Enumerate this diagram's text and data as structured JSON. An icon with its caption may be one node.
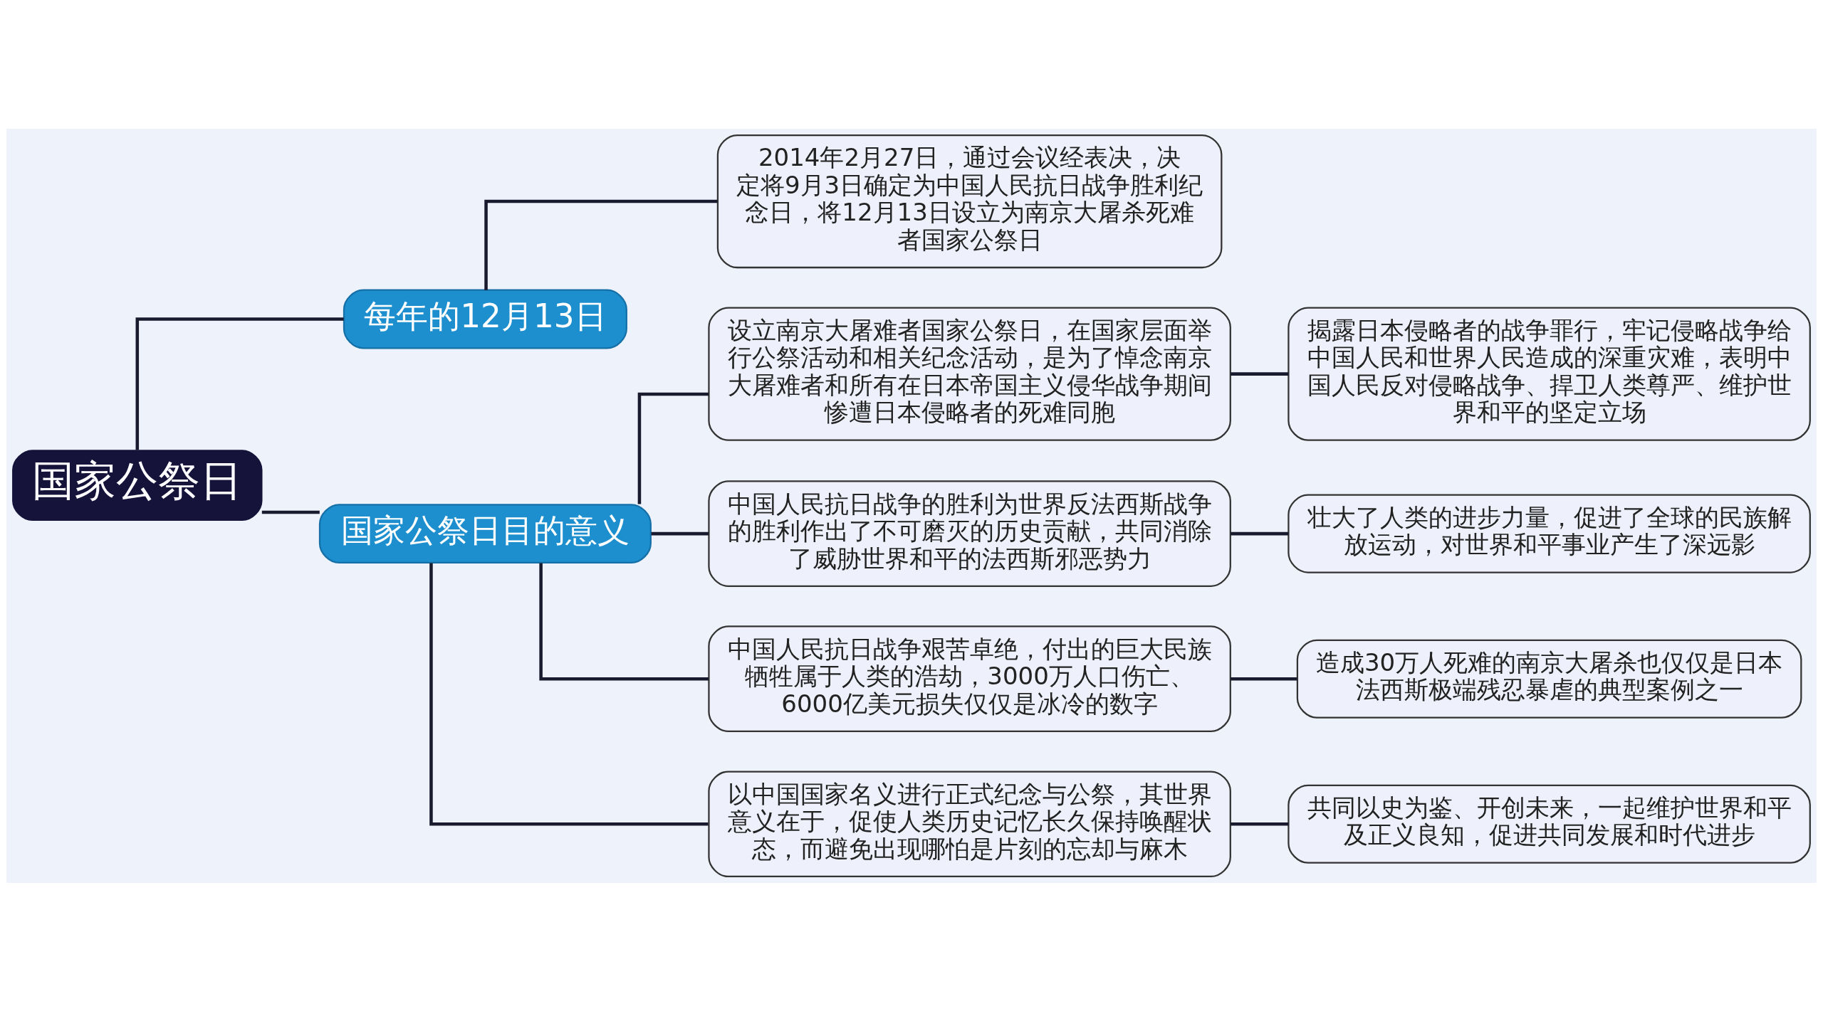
{
  "diagram": {
    "nodes": [
      {
        "text": [
          "国家公祭日"
        ]
      },
      {
        "text": [
          "每年的12月13日"
        ]
      },
      {
        "text": [
          "2014年2月27日，通过会议经表决，决定将9月3日确定为中国人民抗日战争胜利纪念日，将12月13日设立为南京大屠杀死难者国家公祭日"
        ]
      },
      {
        "text": [
          "国家公祭日目的意义"
        ]
      },
      {
        "text": [
          "设立南京大屠难者国家公祭日，在国家层面举行公祭活动和相关纪念活动，是为了悼念南京大屠难者和所有在日本帝国主义侵华战争期间惨遭日本侵略者的死难同胞"
        ]
      },
      {
        "text": [
          "揭露日本侵略者的战争罪行，牢记侵略战争给中国人民和世界人民造成的深重灾难，表明中国人民反对侵略战争、捍卫人类尊严、维护世界和平的坚定立场"
        ]
      },
      {
        "text": [
          "中国人民抗日战争的胜利为世界反法西斯战争的胜利作出了不可磨灭的历史贡献，共同消除了威胁世界和平的法西斯邪恶势力"
        ]
      },
      {
        "text": [
          "壮大了人类的进步力量，促进了全球的民族解放运动，对世界和平事业产生了深远影"
        ]
      },
      {
        "text": [
          "中国人民抗日战争艰苦卓绝，付出的巨大民族牺牲属于人类的浩劫，3000万人口伤亡、6000亿美元损失仅仅是冰冷的数字"
        ]
      },
      {
        "text": [
          "造成30万人死难的南京大屠杀也仅仅是日本法西斯极端残忍暴虐的典型案例之一"
        ]
      },
      {
        "text": [
          "以中国国家名义进行正式纪念与公祭，其世界意义在于，促使人类历史记忆长久保持唤醒状态，而避免出现哪怕是片刻的忘却与麻木"
        ]
      },
      {
        "text": [
          "共同以史为鉴、开创未来，一起维护世界和平及正义良知，促进共同发展和时代进步"
        ]
      }
    ],
    "edges": [
      {
        "from": 0,
        "to": 1,
        "arrow": "none"
      },
      {
        "from": 1,
        "to": 2,
        "arrow": "none"
      },
      {
        "from": 0,
        "to": 3,
        "arrow": "none"
      },
      {
        "from": 3,
        "to": 4,
        "arrow": "none"
      },
      {
        "from": 4,
        "to": 5,
        "arrow": "none"
      },
      {
        "from": 3,
        "to": 6,
        "arrow": "none"
      },
      {
        "from": 6,
        "to": 7,
        "arrow": "none"
      },
      {
        "from": 3,
        "to": 8,
        "arrow": "none"
      },
      {
        "from": 8,
        "to": 9,
        "arrow": "none"
      },
      {
        "from": 3,
        "to": 10,
        "arrow": "none"
      },
      {
        "from": 10,
        "to": 11,
        "arrow": "none"
      }
    ]
  }
}
